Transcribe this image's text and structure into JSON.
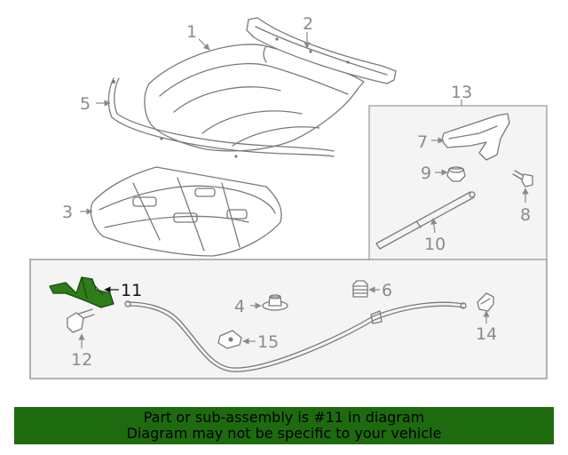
{
  "diagram": {
    "callouts": {
      "c1": "1",
      "c2": "2",
      "c3": "3",
      "c4": "4",
      "c5": "5",
      "c6": "6",
      "c7": "7",
      "c8": "8",
      "c9": "9",
      "c10": "10",
      "c11": "11",
      "c12": "12",
      "c13": "13",
      "c14": "14",
      "c15": "15"
    },
    "highlighted_part": "11",
    "highlight_color": "#2f7d1a",
    "line_color": "#7a7a7a"
  },
  "banner": {
    "line1": "Part or sub-assembly is #11 in diagram",
    "line2": "Diagram may not be specific to your vehicle",
    "background": "#1e6b0f"
  }
}
